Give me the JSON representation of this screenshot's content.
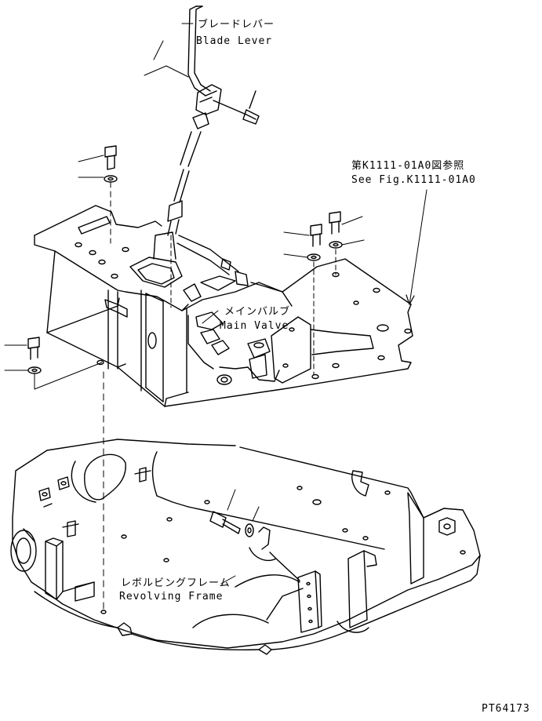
{
  "labels": {
    "blade_lever_jp": "ブレードレバー",
    "blade_lever_en": "Blade Lever",
    "ref_jp": "第K1111-01A0図参照",
    "ref_en": "See Fig.K1111-01A0",
    "main_valve_jp": "メインバルブ",
    "main_valve_en": "Main Valve",
    "frame_jp": "レボルビングフレーム",
    "frame_en": "Revolving Frame",
    "drawing_number": "PT64173"
  },
  "colors": {
    "line": "#000000",
    "background": "#ffffff"
  }
}
